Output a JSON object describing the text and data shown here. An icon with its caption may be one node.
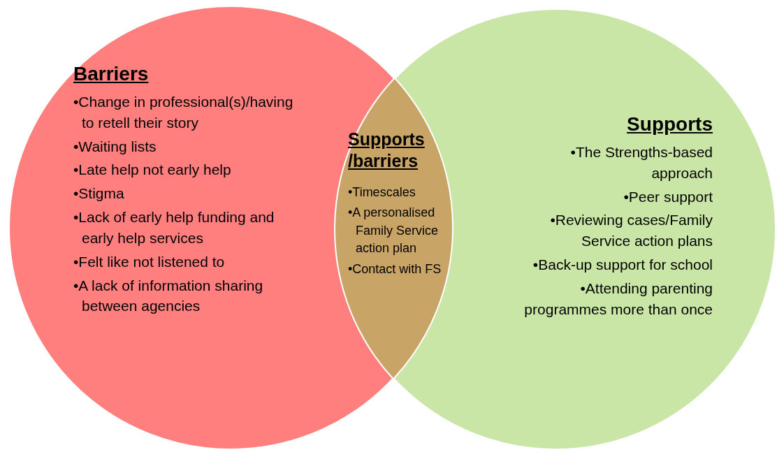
{
  "diagram": {
    "nodes": [
      {
        "text": [
          "Barriers",
          "•Change in professional(s)/having to retell their story",
          "•Waiting lists",
          "•Late help not early help",
          "•Stigma",
          "•Lack of early help funding and early help services",
          "•Felt like not listened to",
          "•A lack of information sharing between agencies"
        ]
      },
      {
        "text": [
          "Supports",
          "•The Strengths-based approach",
          "•Peer support",
          "•Reviewing cases/Family Service action plans",
          "•Back-up support for school",
          "•Attending parenting programmes more than once"
        ]
      },
      {
        "text": [
          "Supports /barriers",
          "•Timescales",
          "•A personalised Family Service action plan",
          "•Contact with FS"
        ]
      }
    ],
    "edges": []
  }
}
